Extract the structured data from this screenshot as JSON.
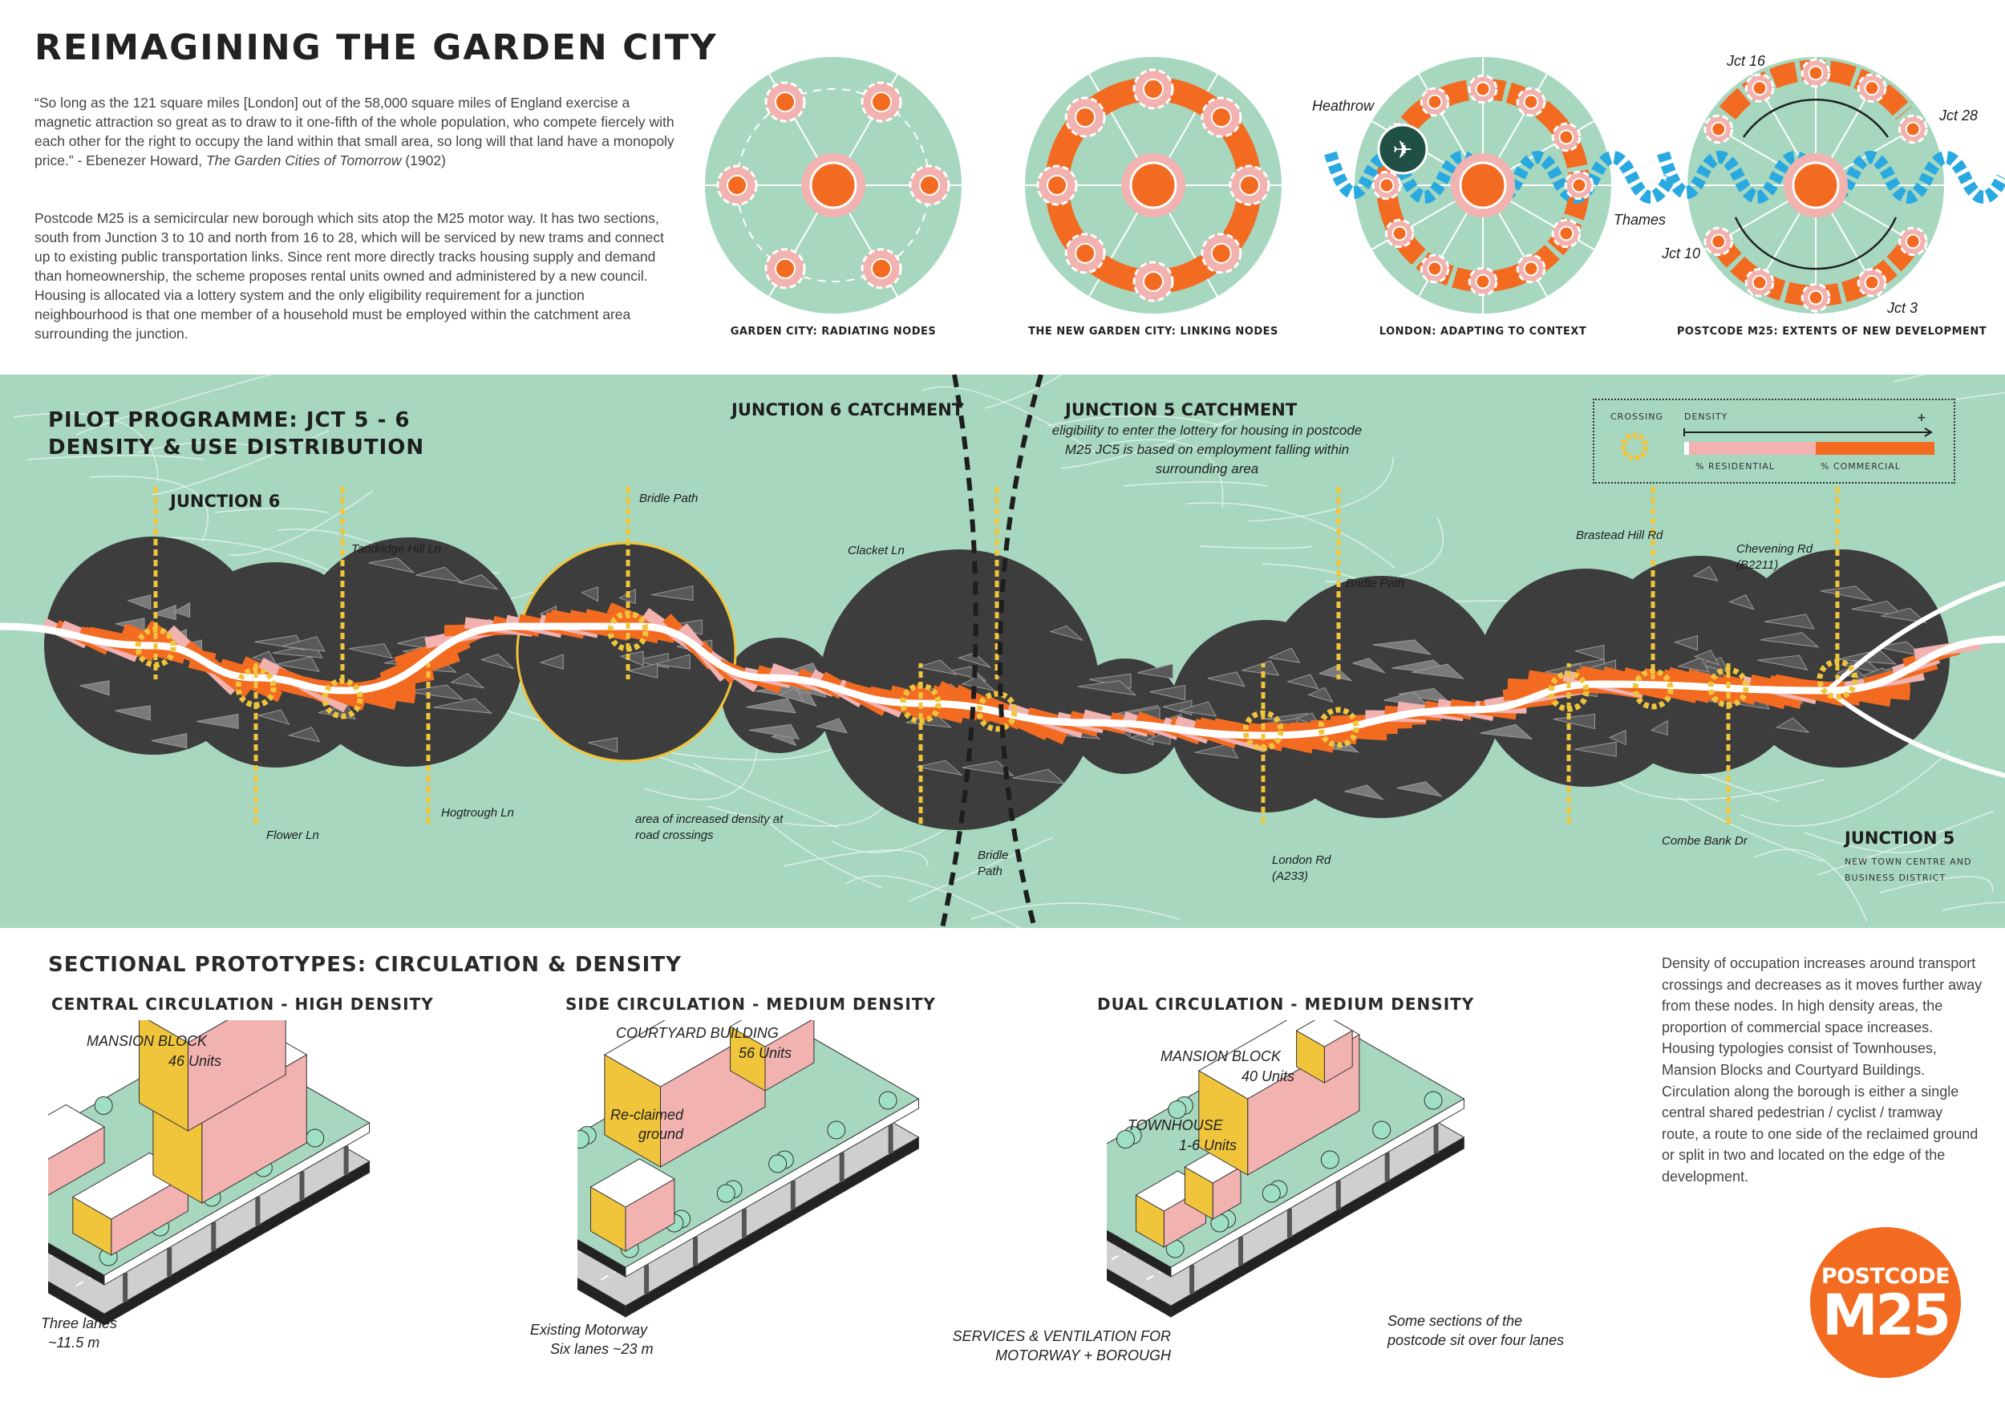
{
  "header": {
    "title": "REIMAGINING THE GARDEN CITY",
    "quote": "“So long as the 121 square miles [London] out of the 58,000 square miles of England exercise a magnetic attraction so great as to draw to it one-fifth of the whole population, who compete fiercely with each other for the right to occupy the land within that small area, so long will that land have a monopoly price.” - Ebenezer Howard, ",
    "quote_book": "The Garden Cities of Tomorrow",
    "quote_year": " (1902)",
    "intro": "Postcode M25 is a semicircular new borough which sits atop the M25 motor way.  It has two sections, south from Junction 3 to 10 and north from 16 to 28, which will be serviced by new trams and connect up to existing public transportation links.  Since rent more directly tracks housing supply and demand than homeownership, the scheme proposes rental units owned and administered by a new council. Housing is allocated via a lottery system and the only eligibility requirement for a junction neighbourhood is that one member of a household must be employed within the catchment area surrounding the junction."
  },
  "diagrams": [
    {
      "caption": "GARDEN CITY: RADIATING NODES"
    },
    {
      "caption": "THE NEW GARDEN CITY: LINKING NODES"
    },
    {
      "caption": "LONDON: ADAPTING TO CONTEXT",
      "labels": {
        "heathrow": "Heathrow",
        "thames": "Thames"
      }
    },
    {
      "caption": "POSTCODE M25: EXTENTS OF NEW DEVELOPMENT",
      "labels": {
        "jct16": "Jct 16",
        "jct28": "Jct 28",
        "jct10": "Jct 10",
        "jct3": "Jct 3"
      }
    }
  ],
  "map": {
    "title_line1": "PILOT PROGRAMME: JCT 5 - 6",
    "title_line2": "DENSITY & USE DISTRIBUTION",
    "catchment6": "JUNCTION 6 CATCHMENT",
    "catchment5": "JUNCTION 5 CATCHMENT",
    "catchment5_note": "eligibility to enter the lottery for housing in postcode M25 JC5 is based on employment falling within surrounding area",
    "junction6": "JUNCTION 6",
    "junction5": "JUNCTION 5",
    "junction5_sub": "NEW TOWN CENTRE AND BUSINESS DISTRICT",
    "roads": {
      "tandridge": "Tandridge Hill Ln",
      "bridle1": "Bridle Path",
      "clacket": "Clacket Ln",
      "bridle2": "Bridle Path",
      "brastead": "Brastead Hill Rd",
      "chevening": "Chevening Rd (B2211)",
      "flower": "Flower Ln",
      "hogtrough": "Hogtrough Ln",
      "crossing_note": "area of increased density at road crossings",
      "bridle3": "Bridle Path",
      "london": "London Rd (A233)",
      "combe": "Combe Bank Dr"
    },
    "legend": {
      "crossing": "CROSSING",
      "density": "DENSITY",
      "plus": "+",
      "residential": "% RESIDENTIAL",
      "commercial": "% COMMERCIAL"
    }
  },
  "sections": {
    "title": "SECTIONAL PROTOTYPES: CIRCULATION & DENSITY",
    "items": [
      {
        "heading": "CENTRAL CIRCULATION - HIGH DENSITY",
        "block": "MANSION BLOCK",
        "units": "46 Units",
        "lanes": "Three lanes",
        "width": "~11.5 m"
      },
      {
        "heading": "SIDE CIRCULATION - MEDIUM DENSITY",
        "block": "COURTYARD BUILDING",
        "units": "56 Units",
        "reclaimed": "Re-claimed ground",
        "lanes": "Existing Motorway",
        "width": "Six lanes ~23 m"
      },
      {
        "heading": "DUAL CIRCULATION - MEDIUM DENSITY",
        "block": "MANSION BLOCK",
        "units": "40 Units",
        "townhouse": "TOWNHOUSE",
        "townhouse_units": "1-6 Units",
        "services": "SERVICES & VENTILATION FOR MOTORWAY + BOROUGH",
        "four_lanes": "Some sections of the postcode sit over four lanes"
      }
    ],
    "description": "Density of occupation increases around transport crossings and decreases as it moves further away from these nodes. In high density areas, the proportion of commercial space increases. Housing typologies consist of Townhouses, Mansion Blocks and Courtyard Buildings. Circulation along the borough is either a single central shared pedestrian / cyclist / tramway route, a route to one side of the reclaimed ground or split in two and located on the edge of the development."
  },
  "logo": {
    "line1": "POSTCODE",
    "line2": "M25"
  },
  "colors": {
    "green": "#a7d7bf",
    "orange": "#f26b21",
    "pink": "#f1b2b0",
    "yellow": "#f0c53c",
    "dark": "#3b3b3b",
    "river": "#29a9e0"
  }
}
